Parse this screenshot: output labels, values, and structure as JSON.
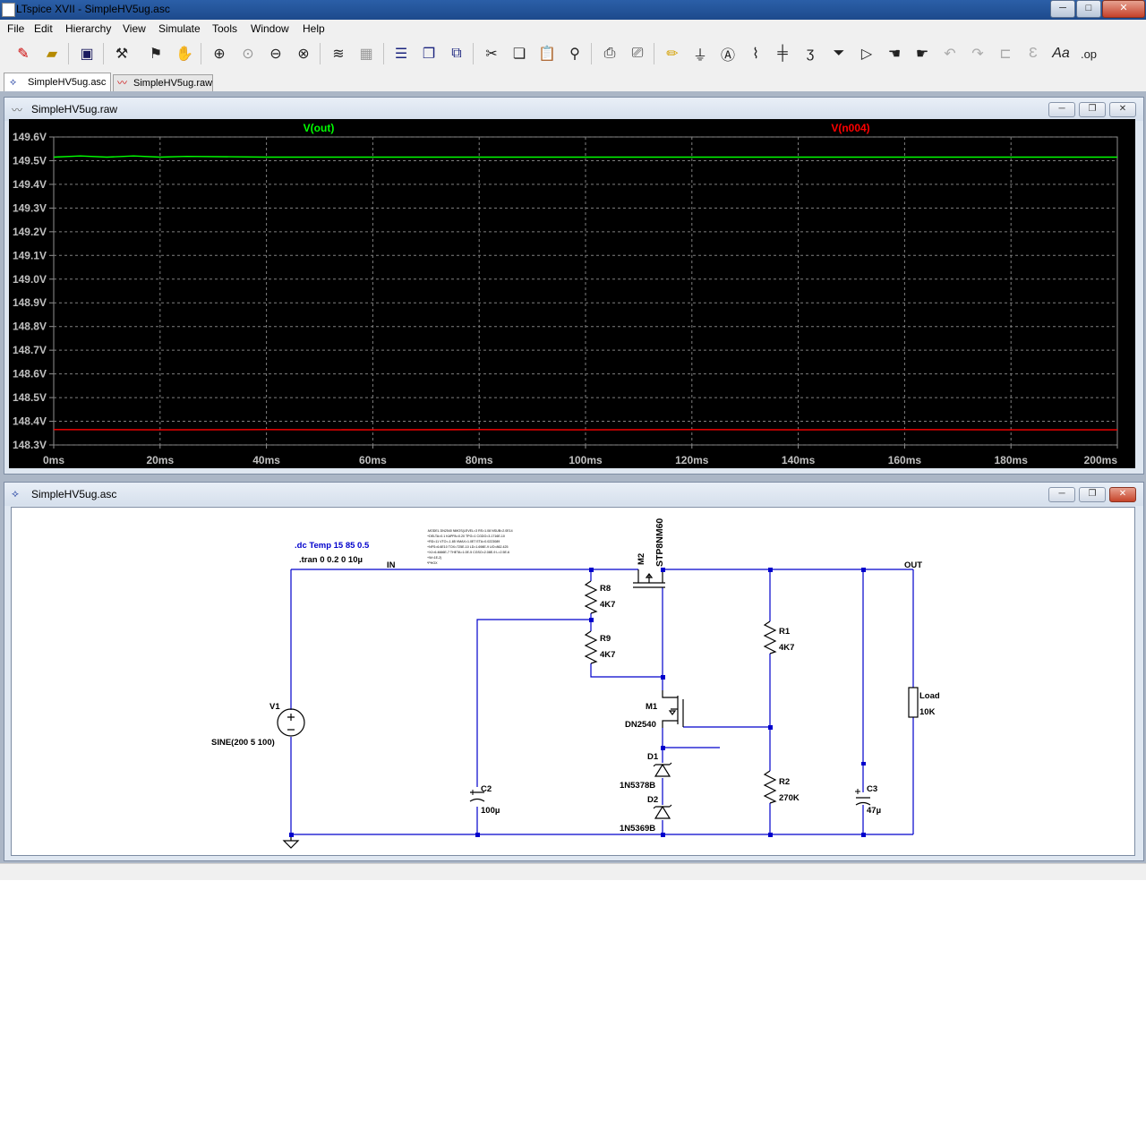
{
  "window": {
    "title": "LTspice XVII - SimpleHV5ug.asc",
    "minimize": "─",
    "maximize": "□",
    "close": "✕"
  },
  "menu": [
    "File",
    "Edit",
    "Hierarchy",
    "View",
    "Simulate",
    "Tools",
    "Window",
    "Help"
  ],
  "toolbar_icons": [
    "new-schematic-icon",
    "open-icon",
    "save-icon",
    "control-panel-icon",
    "run-icon",
    "halt-icon",
    "zoom-in-icon",
    "zoom-pan-icon",
    "zoom-out-icon",
    "zoom-fit-icon",
    "autorange-icon",
    "plot-settings-icon",
    "tile-horizontal-icon",
    "cascade-icon",
    "tile-vertical-icon",
    "cut-icon",
    "copy-icon",
    "paste-icon",
    "find-icon",
    "print-icon",
    "print-setup-icon",
    "wire-icon",
    "ground-icon",
    "label-icon",
    "resistor-icon",
    "capacitor-icon",
    "inductor-icon",
    "diode-icon",
    "component-icon",
    "move-icon",
    "drag-icon",
    "undo-icon",
    "redo-icon",
    "rotate-icon",
    "mirror-icon",
    "text-icon",
    "spice-directive-icon"
  ],
  "tabs": [
    {
      "label": "SimpleHV5ug.asc",
      "icon": "schematic-tab-icon",
      "active": true
    },
    {
      "label": "SimpleHV5ug.raw",
      "icon": "waveform-tab-icon",
      "active": false
    }
  ],
  "plot_window": {
    "title": "SimpleHV5ug.raw"
  },
  "schematic_window": {
    "title": "SimpleHV5ug.asc"
  },
  "chart_data": {
    "type": "line",
    "x_unit": "ms",
    "y_unit": "V",
    "xlim": [
      0,
      200
    ],
    "ylim": [
      148.3,
      149.6
    ],
    "x_ticks": [
      "0ms",
      "20ms",
      "40ms",
      "60ms",
      "80ms",
      "100ms",
      "120ms",
      "140ms",
      "160ms",
      "180ms",
      "200ms"
    ],
    "y_ticks": [
      "149.6V",
      "149.5V",
      "149.4V",
      "149.3V",
      "149.2V",
      "149.1V",
      "149.0V",
      "148.9V",
      "148.8V",
      "148.7V",
      "148.6V",
      "148.5V",
      "148.4V",
      "148.3V"
    ],
    "grid": true,
    "series": [
      {
        "name": "V(out)",
        "color": "#00ff00",
        "x": [
          0,
          5,
          10,
          15,
          20,
          25,
          40,
          80,
          120,
          160,
          200
        ],
        "y": [
          149.515,
          149.52,
          149.515,
          149.52,
          149.515,
          149.518,
          149.515,
          149.515,
          149.515,
          149.515,
          149.515
        ]
      },
      {
        "name": "V(n004)",
        "color": "#ff0000",
        "x": [
          0,
          20,
          40,
          60,
          80,
          100,
          120,
          140,
          160,
          180,
          200
        ],
        "y": [
          148.365,
          148.364,
          148.365,
          148.364,
          148.365,
          148.364,
          148.365,
          148.364,
          148.365,
          148.364,
          148.364
        ]
      }
    ]
  },
  "schematic": {
    "directives": [
      ".dc Temp 15 85 0.5",
      ".tran 0 0.2 0 10µ"
    ],
    "model_text": [
      ".MODEL DN2540 NMOS(LEVEL=3 RS=1.08 NSUB=2.0E14",
      "+DELTA=0.1 KAPPA=0.20 TPG=1 CGDO=3.1716E-10",
      "+RD=11 VTO=-1.85 VMAX=1.0E7 ETA=0.0223089",
      "+NFS=6.6E10 TOX=725E-10 LD=1.698E-9 UO=862.425",
      "+XJ=6.4666E-7 THETA=1.0E-5 CGSO=2.08E-9 L=2.5E-6",
      "+W=1E-2)",
      "*PHOX"
    ],
    "nets": {
      "in": "IN",
      "out": "OUT"
    },
    "v1": {
      "ref": "V1",
      "value": "SINE(200 5 100)"
    },
    "m2": {
      "ref": "M2",
      "value": "STP8NM60"
    },
    "m1": {
      "ref": "M1",
      "value": "DN2540"
    },
    "r8": {
      "ref": "R8",
      "value": "4K7"
    },
    "r9": {
      "ref": "R9",
      "value": "4K7"
    },
    "r1": {
      "ref": "R1",
      "value": "4K7"
    },
    "r2": {
      "ref": "R2",
      "value": "270K"
    },
    "c2": {
      "ref": "C2",
      "value": "100µ"
    },
    "c3": {
      "ref": "C3",
      "value": "47µ"
    },
    "d1": {
      "ref": "D1",
      "value": "1N5378B"
    },
    "d2": {
      "ref": "D2",
      "value": "1N5369B"
    },
    "load": {
      "ref": "Load",
      "value": "10K"
    }
  }
}
